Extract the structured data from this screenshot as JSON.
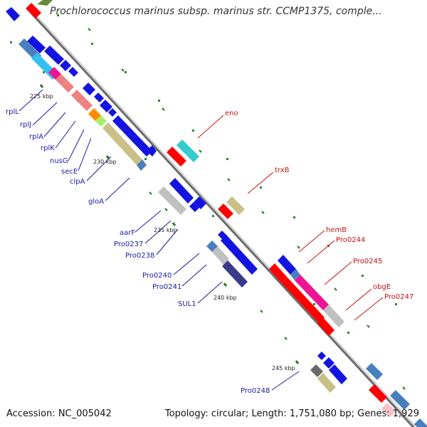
{
  "title": "Prochlorococcus marinus subsp. marinus str. CCMP1375, comple...",
  "footer": {
    "accession": "Accession: NC_005042",
    "topology": "Topology: circular; Length: 1,751,080 bp; Genes: 1,929"
  },
  "scale_labels": [
    "225 kbp",
    "230 kbp",
    "235 kbp",
    "240 kbp",
    "245 kbp"
  ],
  "genes_reverse": [
    "rplL",
    "rplJ",
    "rplA",
    "rplK",
    "nusG",
    "secE",
    "clpA",
    "gloA",
    "aarF",
    "Pro0237",
    "Pro0238",
    "Pro0240",
    "Pro0241",
    "SUL1",
    "Pro0248"
  ],
  "genes_forward": [
    "eno",
    "trxB",
    "hemB",
    "Pro0244",
    "Pro0245",
    "obgE",
    "Pro0247"
  ],
  "colors": {
    "reverse_label": "#1a1aa6",
    "forward_label": "#cc1111",
    "backbone": "#8a8a8a",
    "tick": "#2a8a2a"
  }
}
